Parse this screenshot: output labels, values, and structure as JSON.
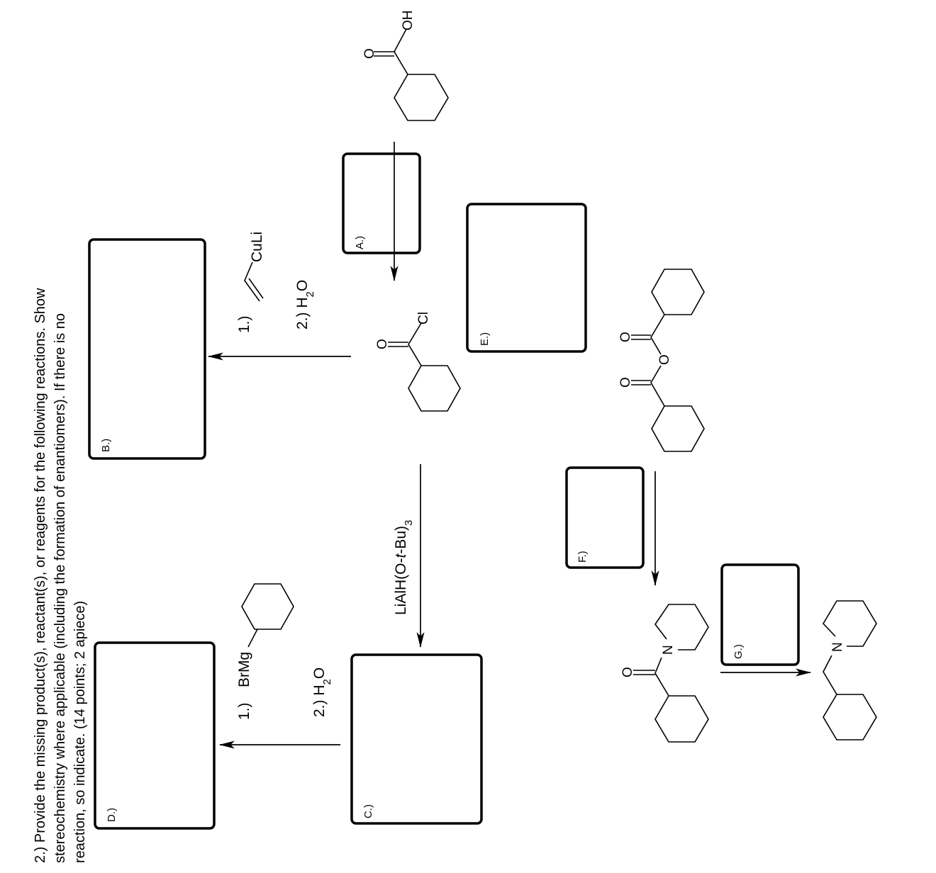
{
  "question": {
    "line1": "2.) Provide the missing product(s), reactant(s), or reagents for the following reactions. Show",
    "line2": "stereochemistry where applicable (including the formation of enantiomers). If there is no",
    "line3": "reaction, so indicate. (14 points; 2 apiece)"
  },
  "boxes": {
    "a": "A.)",
    "b": "B.)",
    "c": "C.)",
    "d": "D.)",
    "e": "E.)",
    "f": "F.)",
    "g": "G.)"
  },
  "reagents": {
    "b_step1": "1.)",
    "b_cuprate": "CuLi",
    "b_step2": "2.) H",
    "b_step2_sub": "2",
    "b_step2_tail": "O",
    "c_reagent": "LiAlH(O-",
    "c_reagent_italic": "t",
    "c_reagent_tail": "-Bu)",
    "c_reagent_sub": "3",
    "d_step1": "1.)",
    "d_grignard": "BrMg",
    "d_step2": "2.) H",
    "d_step2_sub": "2",
    "d_step2_tail": "O"
  },
  "atoms": {
    "acid_o": "O",
    "acid_oh": "OH",
    "chloride_o": "O",
    "chloride_cl": "Cl",
    "anhydride_o1": "O",
    "anhydride_o2": "O",
    "anhydride_obridge": "O",
    "amide_o": "O",
    "amide_n": "N",
    "amine_n": "N"
  }
}
